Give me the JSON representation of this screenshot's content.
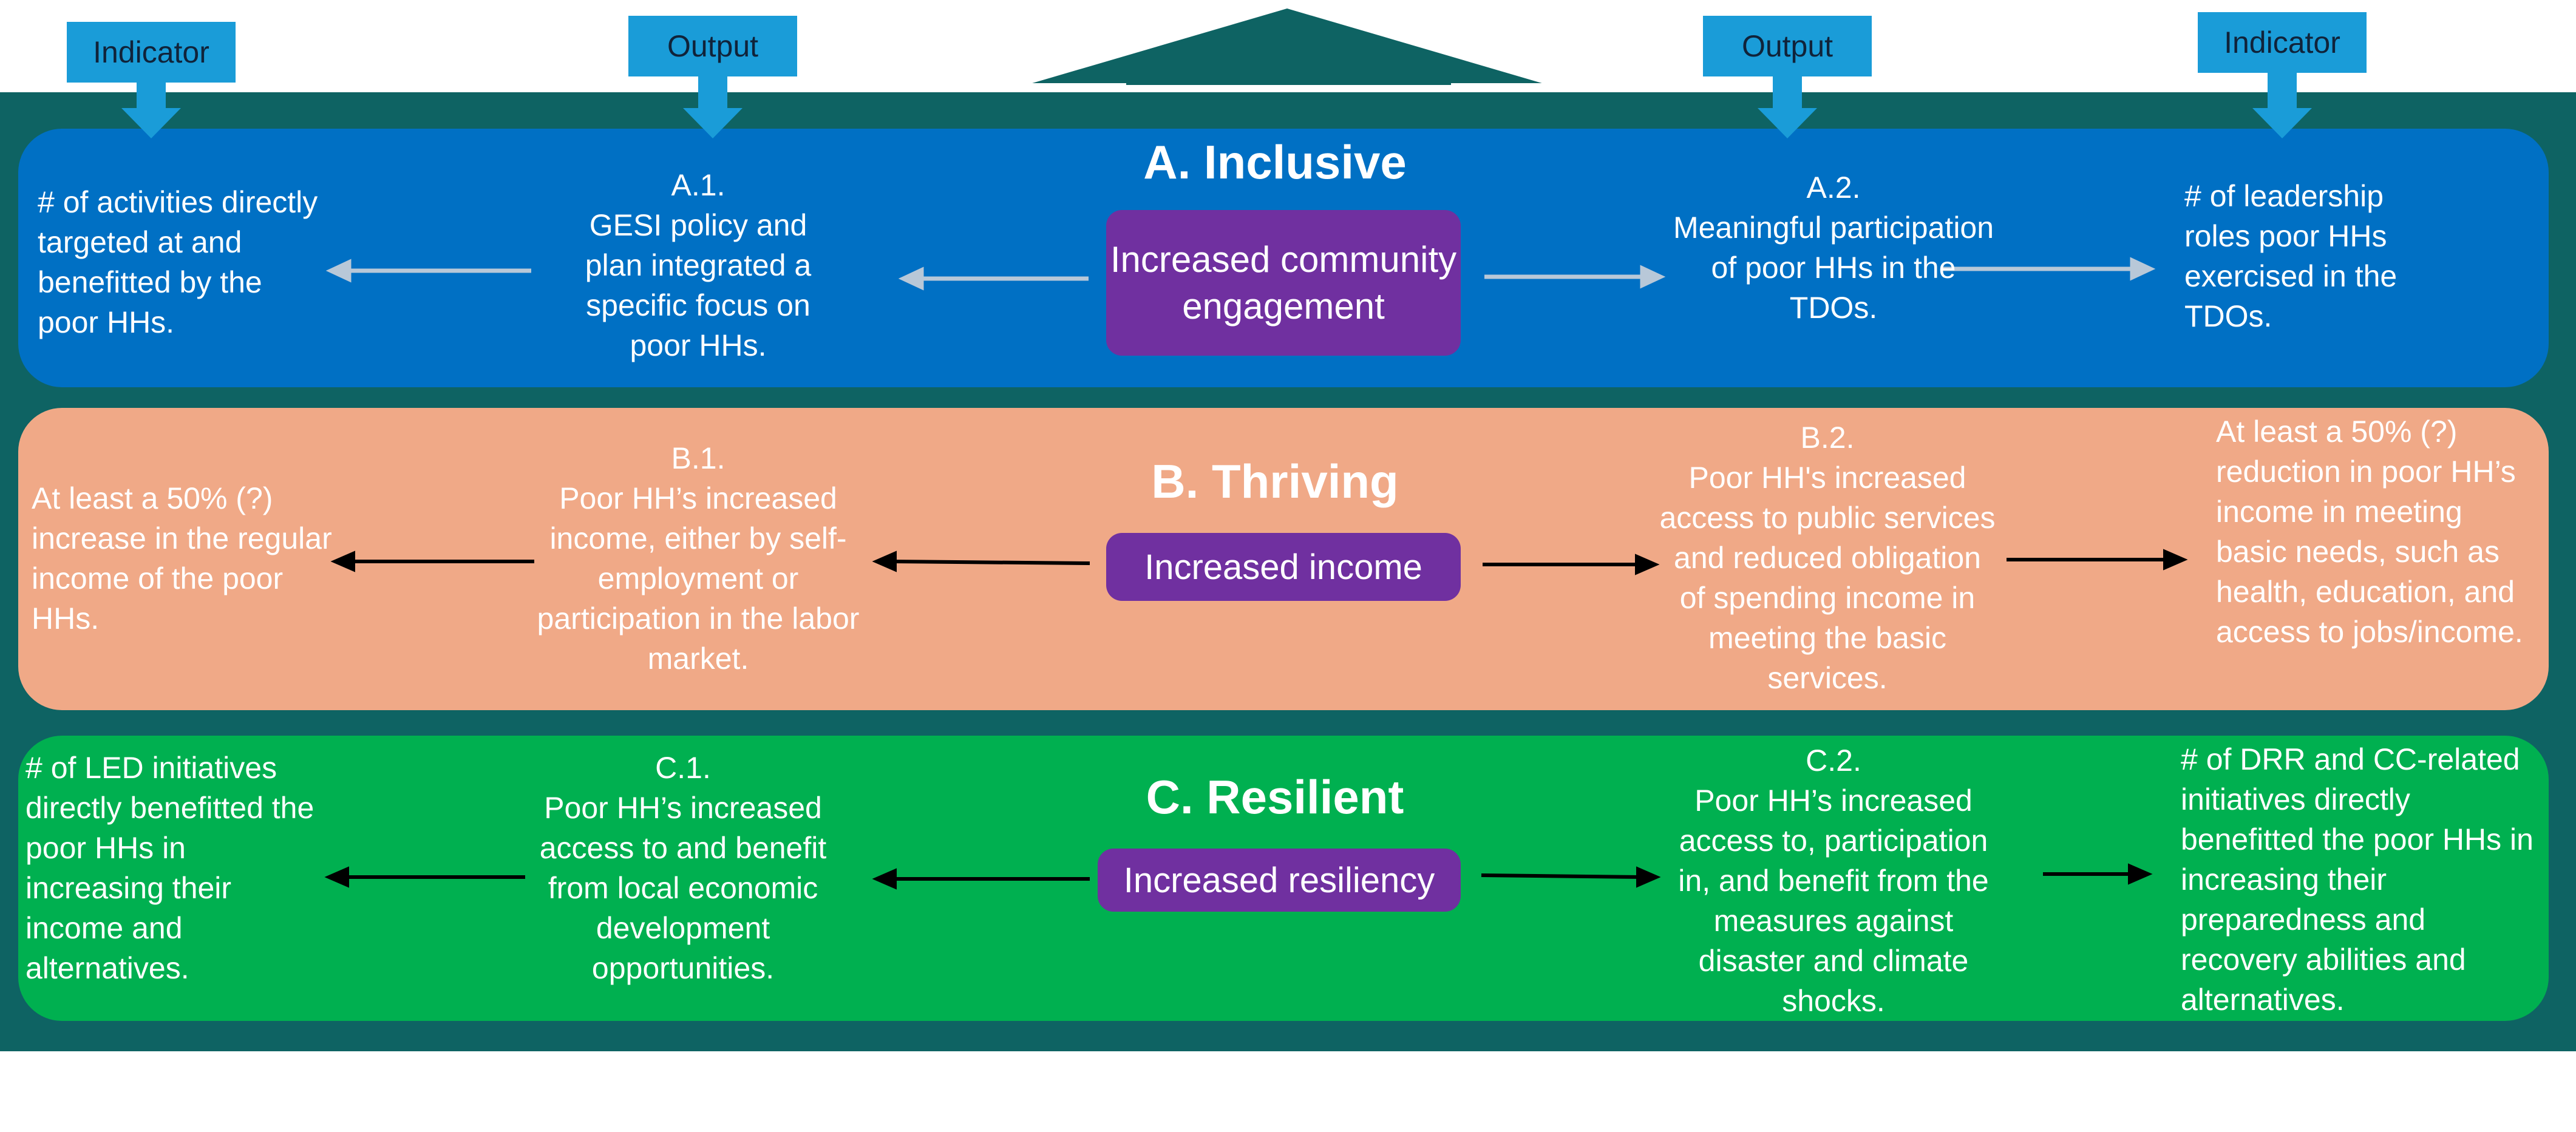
{
  "top_labels": {
    "indicator_left": "Indicator",
    "output_left": "Output",
    "output_right": "Output",
    "indicator_right": "Indicator"
  },
  "rows": {
    "a": {
      "title": "A. Inclusive",
      "center": "Increased community engagement",
      "left_output": "A.1.\nGESI policy and plan integrated a specific focus on poor HHs.",
      "left_indicator": "# of activities directly targeted at and benefitted by the poor HHs.",
      "right_output": "A.2.\nMeaningful participation of poor HHs in the TDOs.",
      "right_indicator": "# of leadership roles poor HHs exercised in the TDOs."
    },
    "b": {
      "title": "B. Thriving",
      "center": "Increased income",
      "left_output": "B.1.\nPoor HH’s increased income, either by self-employment or participation in the labor market.",
      "left_indicator": "At least a 50% (?) increase in the regular income of the poor HHs.",
      "right_output": "B.2.\nPoor HH's increased access to public services and reduced obligation of spending income in meeting the basic services.",
      "right_indicator": "At least a 50% (?) reduction in poor HH’s income in meeting basic needs, such as health, education, and access to jobs/income."
    },
    "c": {
      "title": "C. Resilient",
      "center": "Increased resiliency",
      "left_output": "C.1.\nPoor HH’s increased access to and benefit from local economic development opportunities.",
      "left_indicator": "# of LED initiatives directly benefitted the poor HHs in increasing their income and alternatives.",
      "right_output": "C.2.\nPoor HH’s increased access to, participation in, and benefit from the measures against disaster and climate shocks.",
      "right_indicator": "# of DRR and CC-related initiatives directly benefitted the poor HHs in increasing their preparedness and recovery abilities and alternatives."
    }
  },
  "colors": {
    "frame": "#0e6363",
    "row_a": "#0070c4",
    "row_b": "#f0a987",
    "row_c": "#00b050",
    "pill": "#7030a0",
    "tag": "#1a9cd8",
    "arrow_light": "#b8c8d8",
    "arrow_dark": "#000000"
  }
}
